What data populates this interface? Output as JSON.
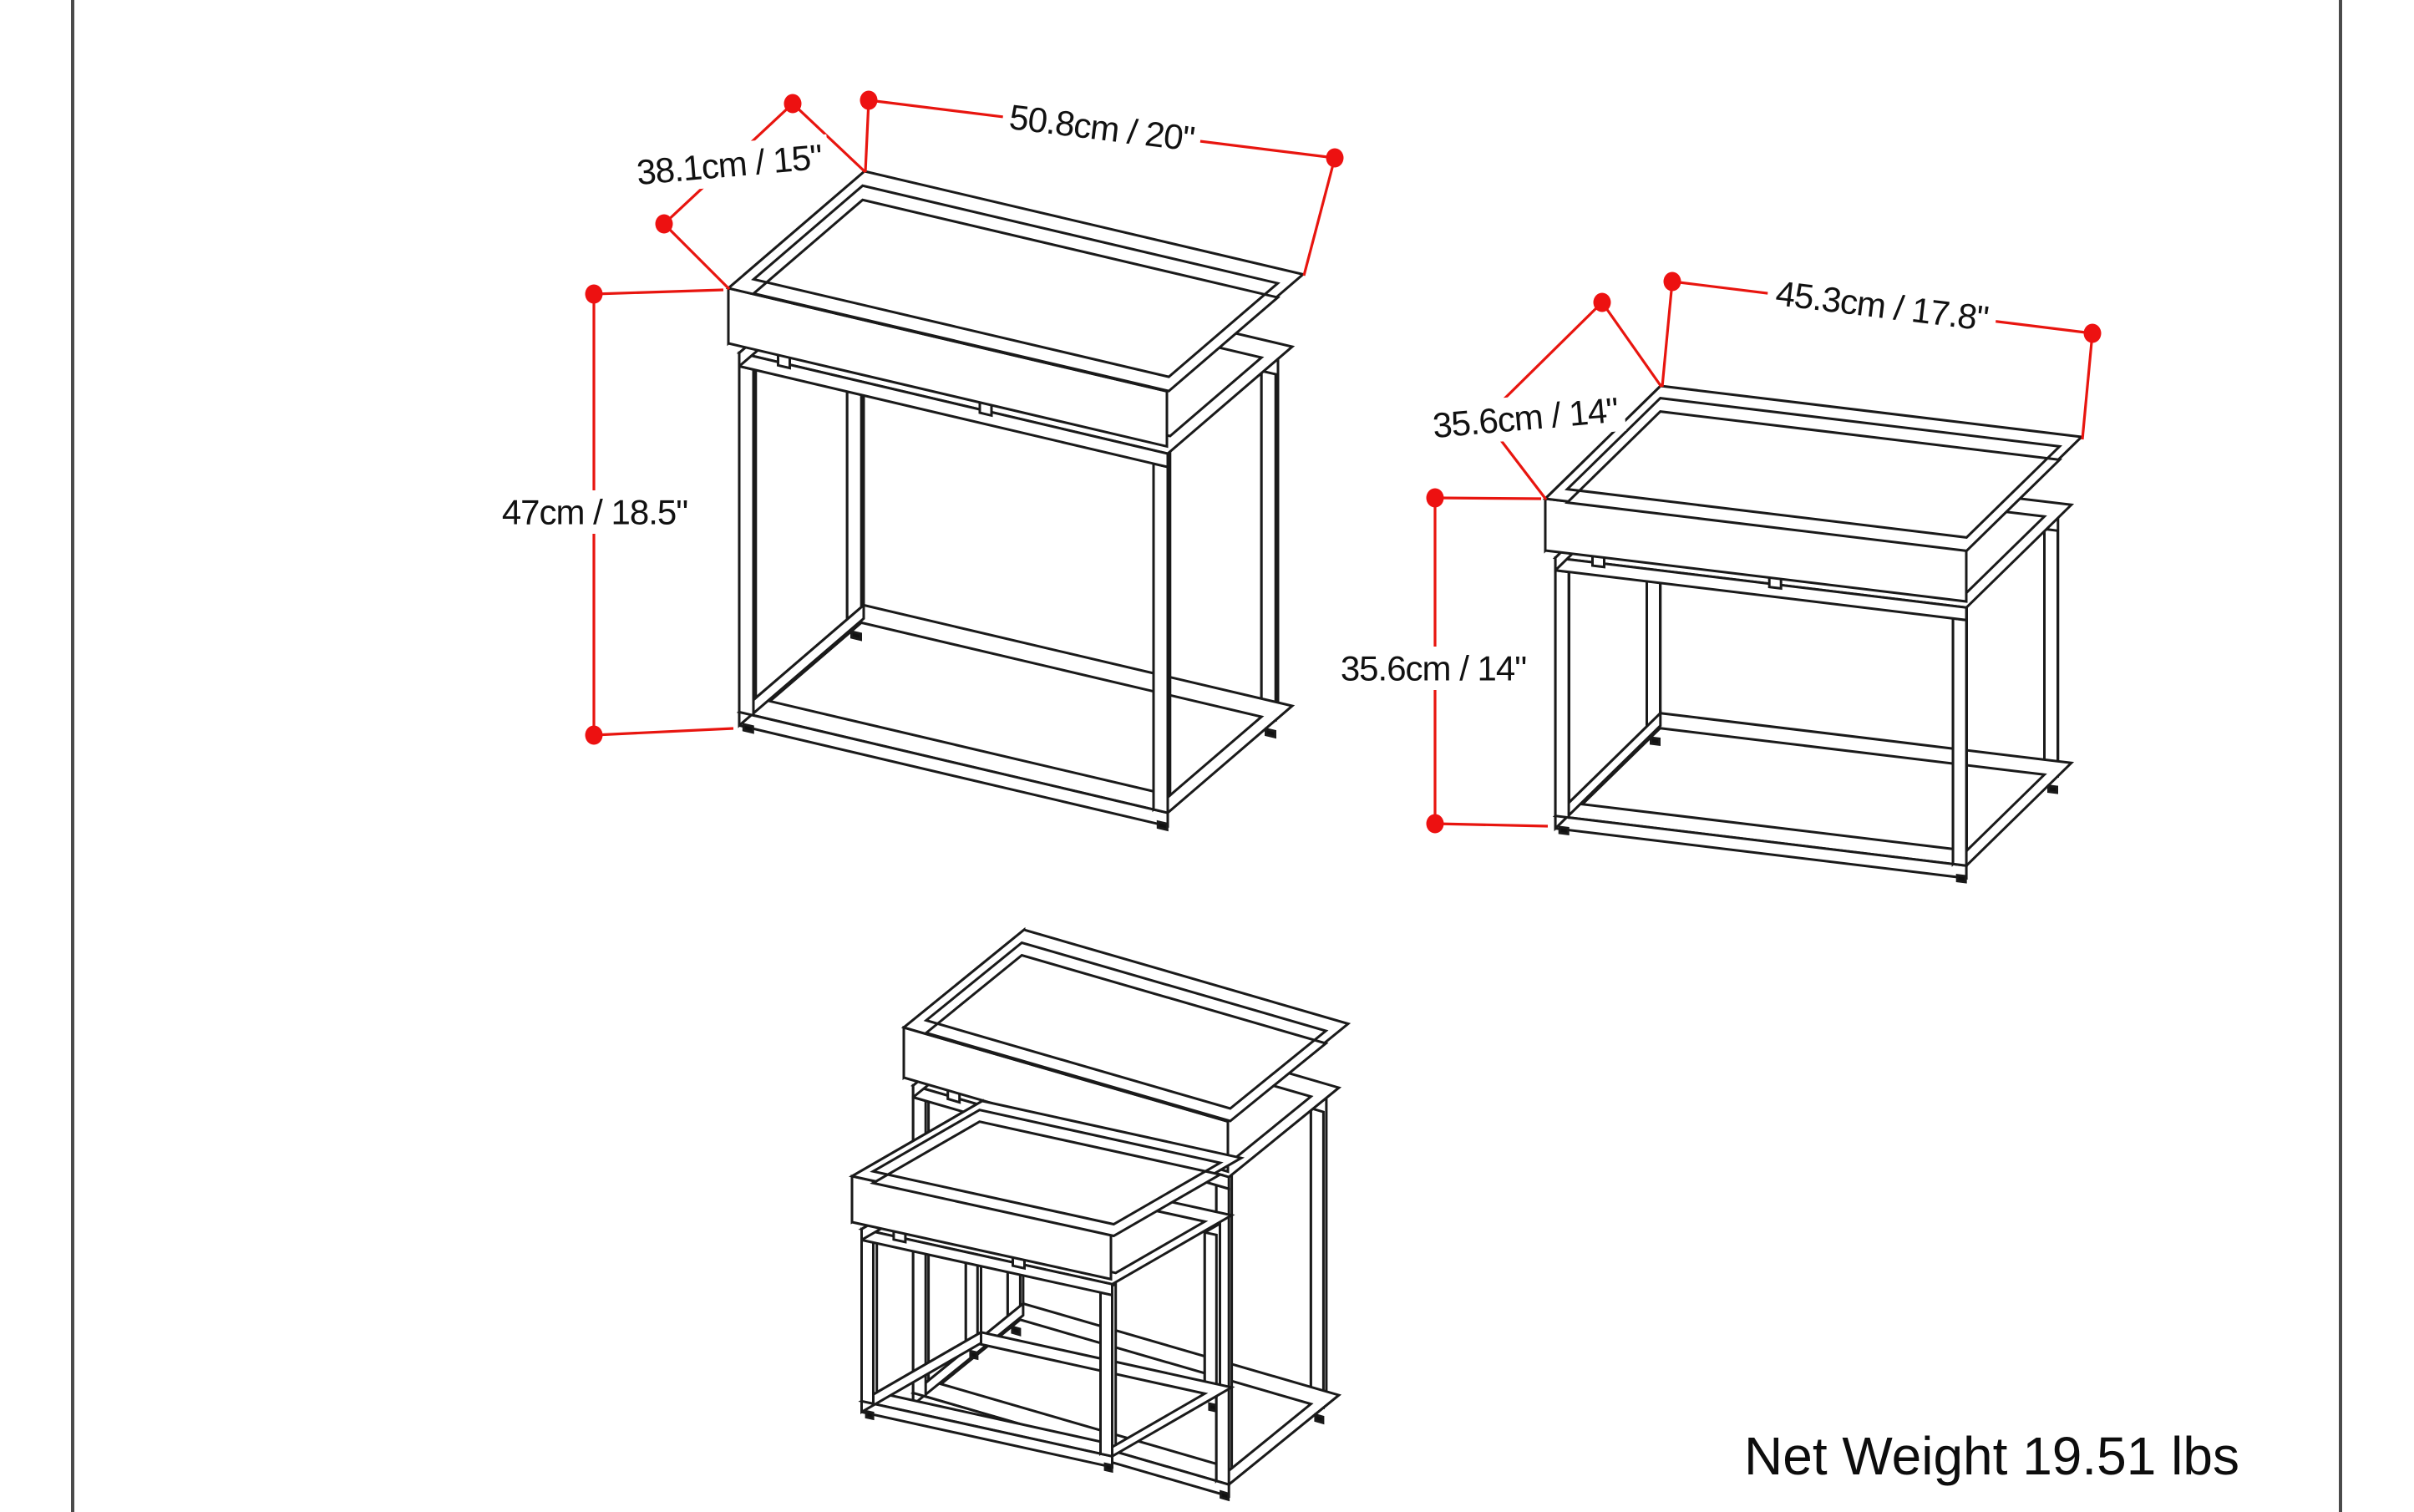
{
  "page": {
    "background": "#ffffff",
    "border_color": "#4b4b4b"
  },
  "style": {
    "drawing_line_color": "#1a1a1a",
    "annotation_line_color": "#e8150f",
    "annotation_dot_color": "#ed1111",
    "annotation_text_color": "#111111"
  },
  "tables": [
    {
      "id": "large-end-table",
      "dimensions": {
        "depth": "38.1cm / 15\"",
        "width": "50.8cm / 20\"",
        "height": "47cm / 18.5\""
      }
    },
    {
      "id": "smaller-end-table",
      "dimensions": {
        "depth": "35.6cm / 14\"",
        "width": "45.3cm / 17.8\"",
        "height": "35.6cm / 14\""
      }
    },
    {
      "id": "nested-tables-set",
      "dimensions": {}
    }
  ],
  "net_weight": "Net Weight 19.51 lbs"
}
